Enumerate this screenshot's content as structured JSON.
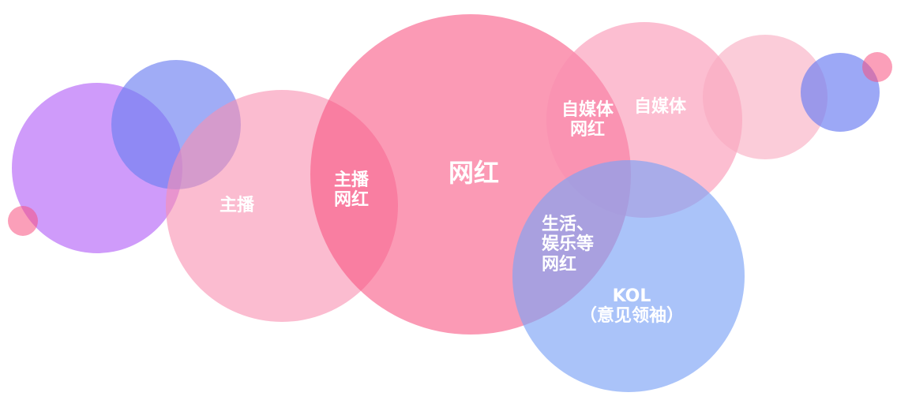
{
  "labels": {
    "anchor": "主播",
    "anchor_influencer": [
      "主播",
      "网红"
    ],
    "influencer": "网红",
    "we_media_influencer": [
      "自媒体",
      "网红"
    ],
    "we_media": "自媒体",
    "lifestyle_influencer": [
      "生活、",
      "娱乐等",
      "网红"
    ],
    "kol": [
      "KOL",
      "（意见领袖）"
    ]
  },
  "colors": {
    "purple": "#b565f7",
    "periwinkle": "#6d7ff1",
    "light_pink": "#f98fb0",
    "main_pink": "#f8517f",
    "pale_pink": "#f9aabf",
    "blue": "#7da3f6",
    "label": "#ffffff"
  }
}
